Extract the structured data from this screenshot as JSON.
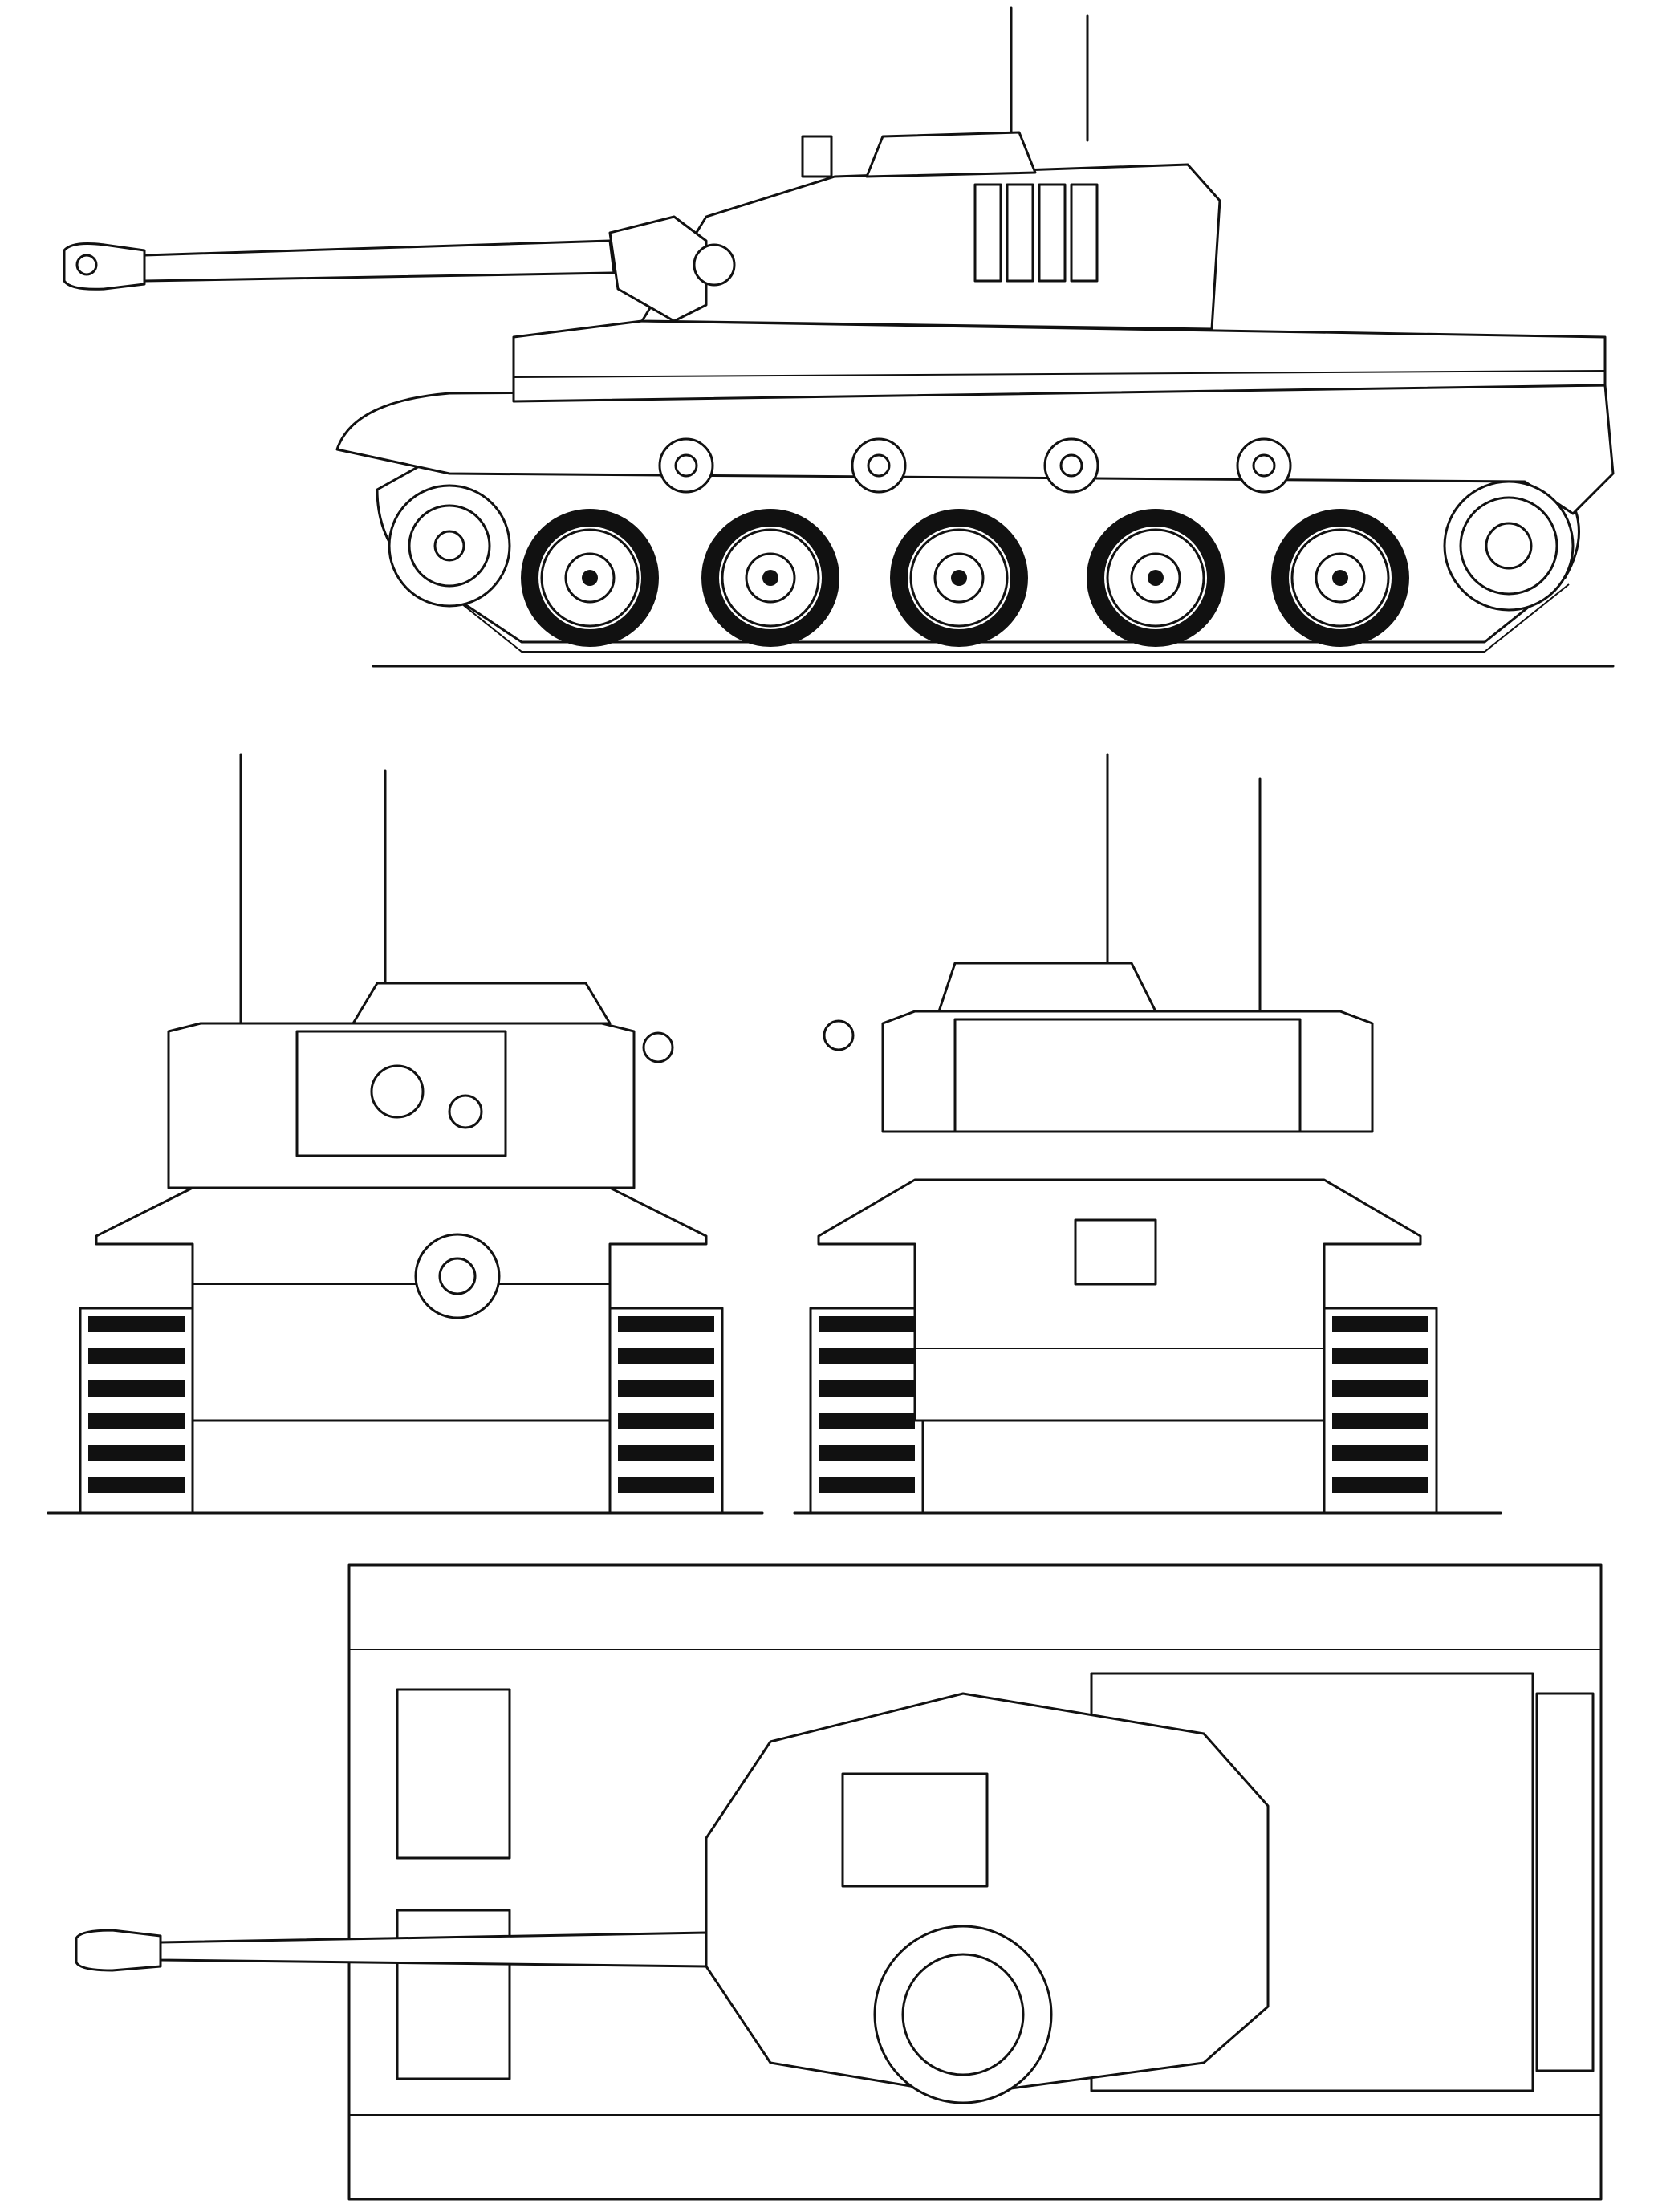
{
  "drawing": {
    "views": [
      "side",
      "front",
      "rear",
      "top"
    ],
    "colors": {
      "line": "#111111",
      "paper": "#ffffff"
    }
  }
}
